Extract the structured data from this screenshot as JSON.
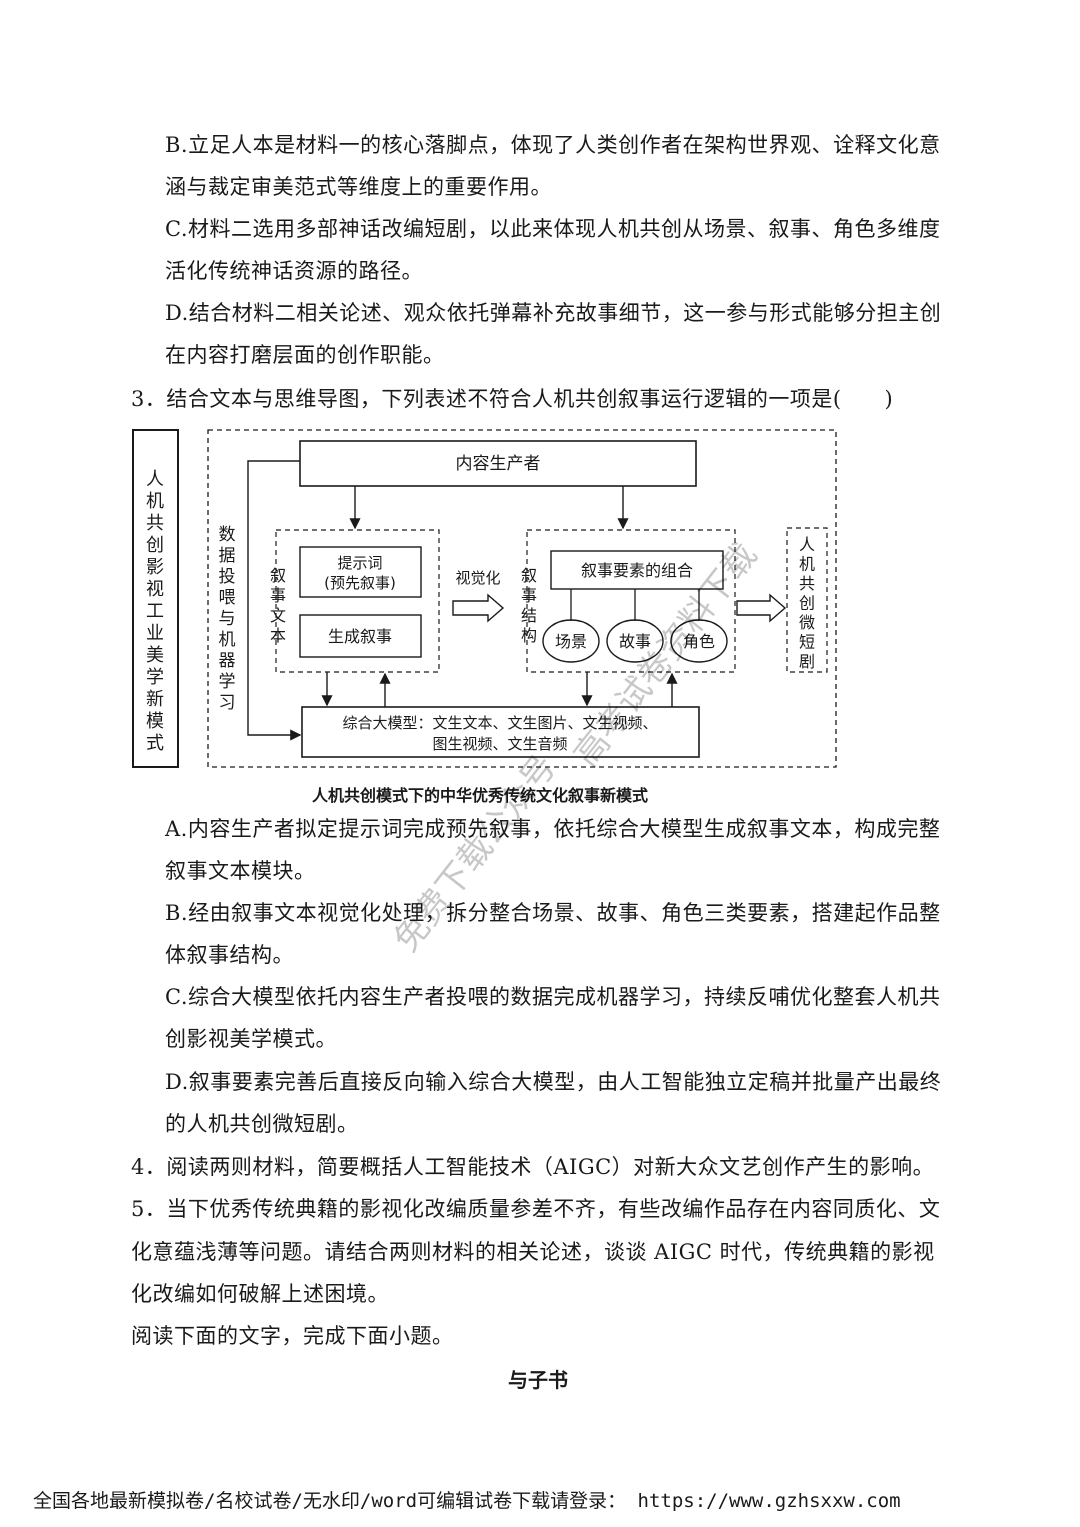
{
  "q2_options": {
    "B": [
      "B.立足人本是材料一的核心落脚点，体现了人类创作者在架构世界观、诠释文化意",
      "涵与裁定审美范式等维度上的重要作用。"
    ],
    "C": [
      "C.材料二选用多部神话改编短剧，以此来体现人机共创从场景、叙事、角色多维度",
      "活化传统神话资源的路径。"
    ],
    "D": [
      "D.结合材料二相关论述、观众依托弹幕补充故事细节，这一参与形式能够分担主创",
      "在内容打磨层面的创作职能。"
    ]
  },
  "q3": {
    "stem": "3．结合文本与思维导图，下列表述不符合人机共创叙事运行逻辑的一项是(　　)",
    "options": {
      "A": [
        "A.内容生产者拟定提示词完成预先叙事，依托综合大模型生成叙事文本，构成完整",
        "叙事文本模块。"
      ],
      "B": [
        "B.经由叙事文本视觉化处理，拆分整合场景、故事、角色三类要素，搭建起作品整",
        "体叙事结构。"
      ],
      "C": [
        "C.综合大模型依托内容生产者投喂的数据完成机器学习，持续反哺优化整套人机共",
        "创影视美学模式。"
      ],
      "D": [
        "D.叙事要素完善后直接反向输入综合大模型，由人工智能独立定稿并批量产出最终",
        "的人机共创微短剧。"
      ]
    }
  },
  "diagram": {
    "left_label": "人机共创影视工业美学新模式",
    "producer": "内容生产者",
    "data_feed": "数据投喂与机器学习",
    "narrative_text_label": "叙事文本",
    "prompt_line1": "提示词",
    "prompt_line2": "(预先叙事)",
    "generate": "生成叙事",
    "visualize": "视觉化",
    "structure_label": "叙事结构",
    "combination": "叙事要素的组合",
    "scene": "场景",
    "story": "故事",
    "role": "角色",
    "output": "人机共创微短剧",
    "model_line1": "综合大模型：文生文本、文生图片、文生视频、",
    "model_line2": "图生视频、文生音频",
    "caption": "人机共创模式下的中华优秀传统文化叙事新模式"
  },
  "q4": "4．阅读两则材料，简要概括人工智能技术（AIGC）对新大众文艺创作产生的影响。",
  "q5": [
    "5．当下优秀传统典籍的影视化改编质量参差不齐，有些改编作品存在内容同质化、文",
    "化意蕴浅薄等问题。请结合两则材料的相关论述，谈谈 AIGC 时代，传统典籍的影视",
    "化改编如何破解上述困境。"
  ],
  "reading_instruction": "阅读下面的文字，完成下面小题。",
  "section_title": "与子书",
  "watermark": [
    "免费下载公众号",
    "高考试卷资料下载"
  ],
  "footer": "全国各地最新模拟卷/名校试卷/无水印/word可编辑试卷下载请登录： https://www.gzhsxxw.com"
}
